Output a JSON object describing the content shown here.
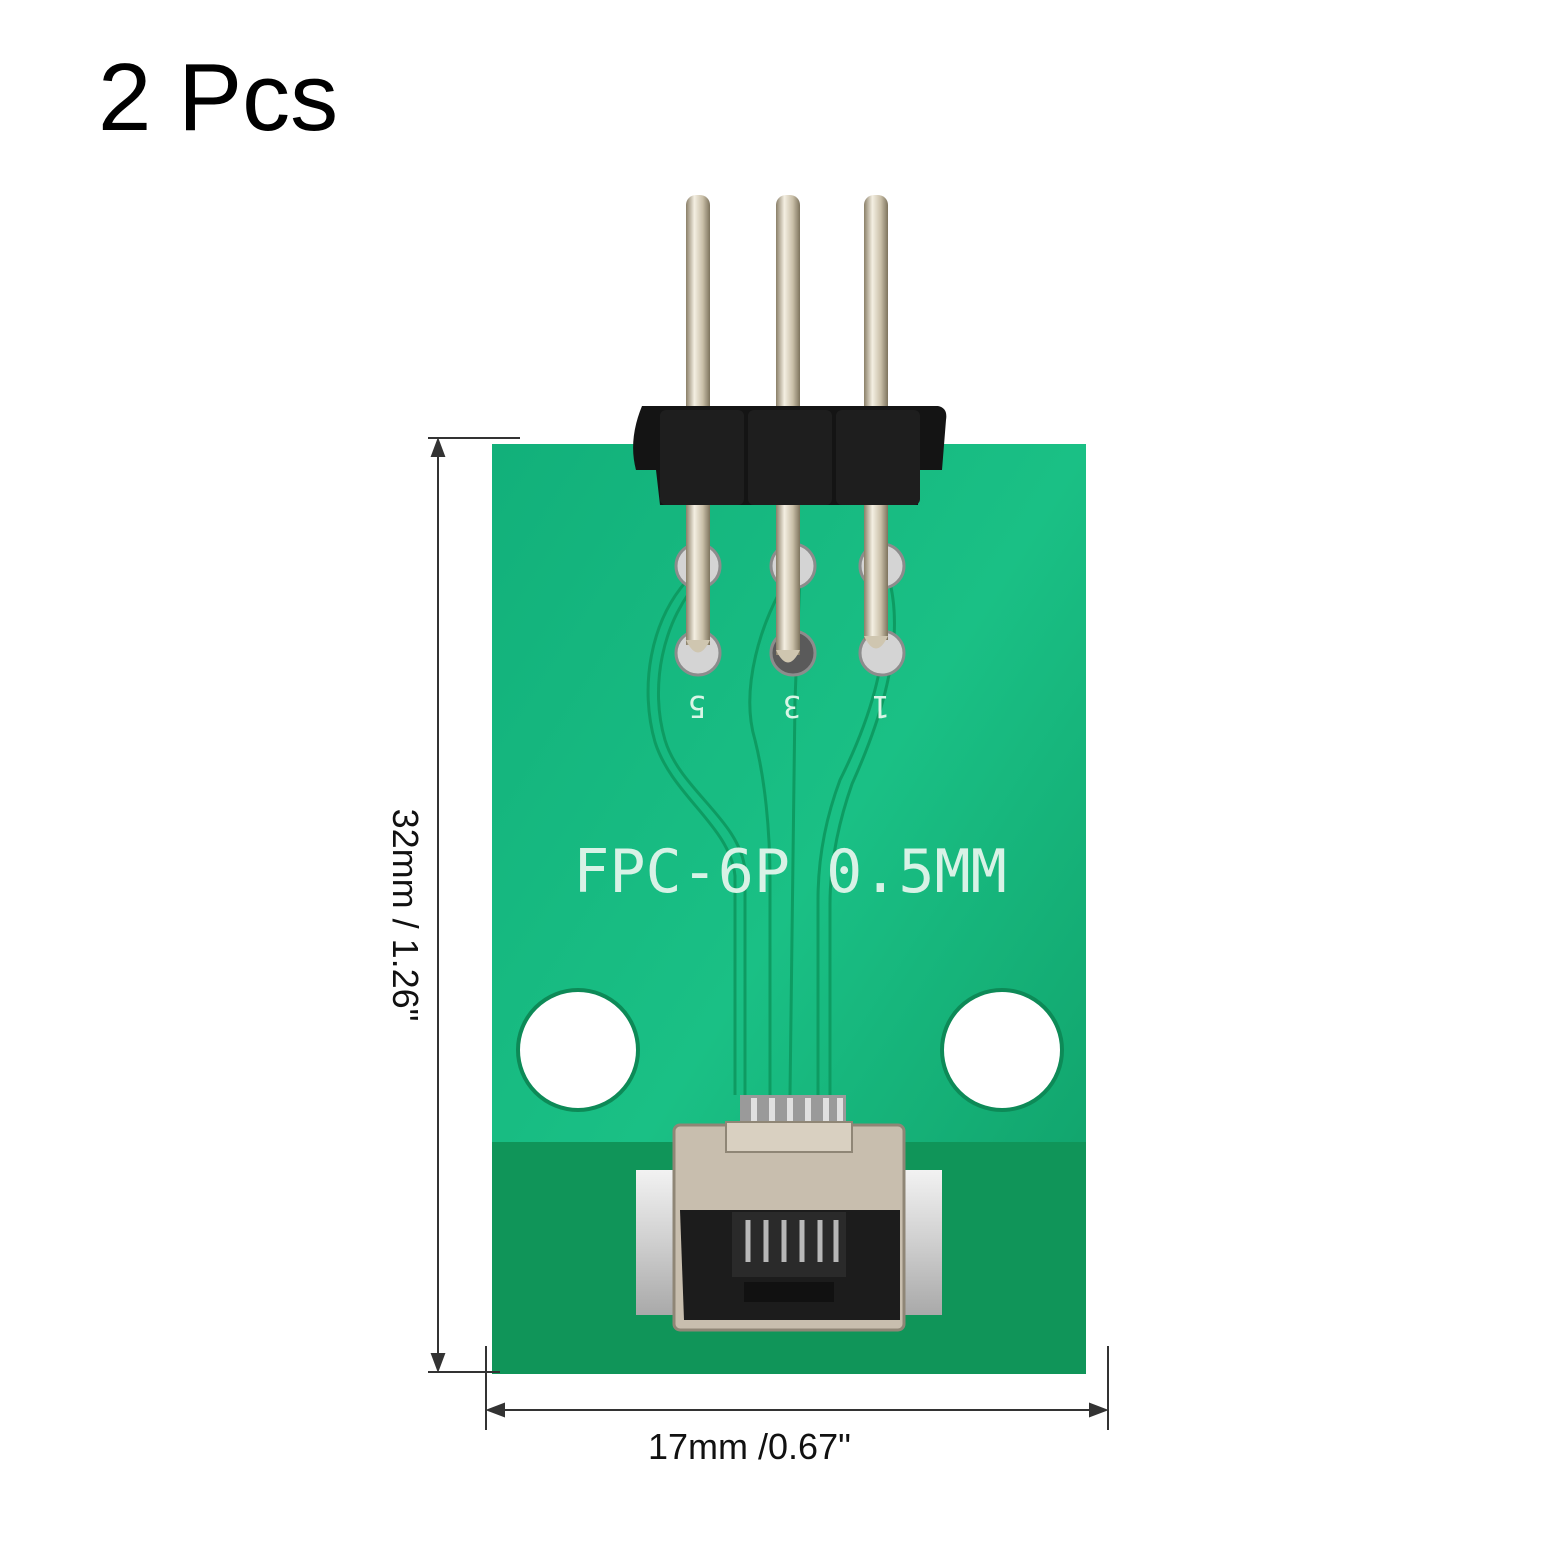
{
  "header": {
    "quantity_label": "2 Pcs"
  },
  "board": {
    "silkscreen_label": "FPC-6P 0.5MM",
    "pin_numbers": [
      "5",
      "3",
      "1"
    ],
    "pcb_color": "#16b37a",
    "pad_color": "#c9c9c9",
    "header_color": "#141414"
  },
  "dimensions": {
    "height_label": "32mm / 1.26\"",
    "width_label": "17mm /0.67\""
  }
}
